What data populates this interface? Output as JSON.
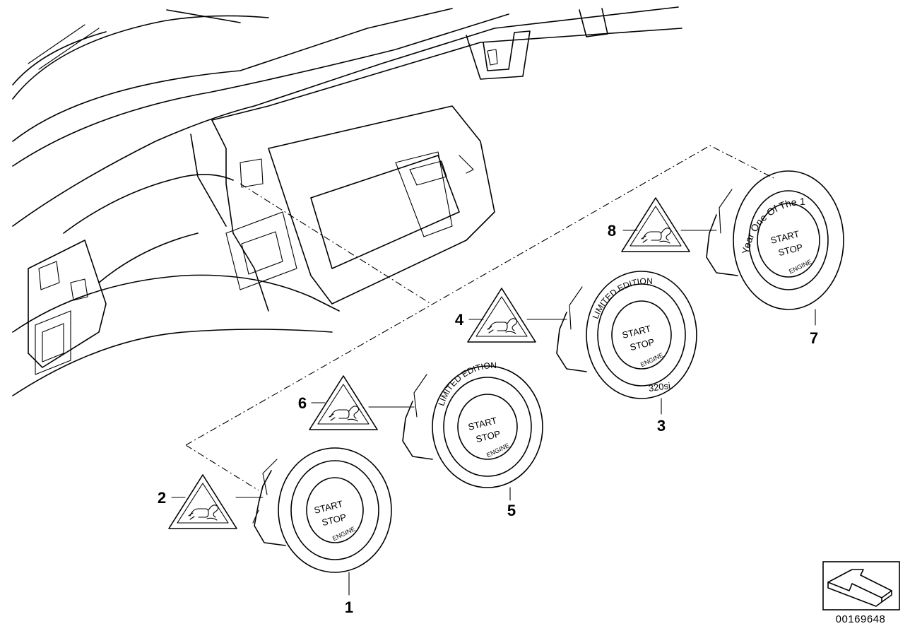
{
  "callouts": {
    "c1": "1",
    "c2": "2",
    "c3": "3",
    "c4": "4",
    "c5": "5",
    "c6": "6",
    "c7": "7",
    "c8": "8"
  },
  "buttons": {
    "start": "START",
    "stop": "STOP",
    "engine": "ENGINE",
    "limited_edition": "LIMITED EDITION",
    "year_one": "Year One Of The 1",
    "model": "320si"
  },
  "reference_number": "00169648"
}
